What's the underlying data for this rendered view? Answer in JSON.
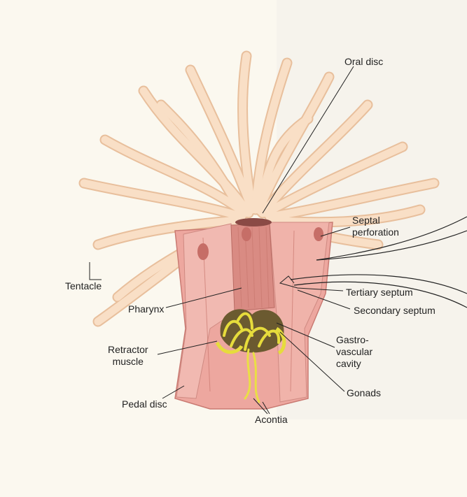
{
  "labels": {
    "oral_disc": "Oral disc",
    "septal_perforation": "Septal\nperforation",
    "tertiary_septum": "Tertiary septum",
    "secondary_septum": "Secondary septum",
    "gastrovascular_cavity": "Gastro-\nvascular\ncavity",
    "gonads": "Gonads",
    "acontia": "Acontia",
    "pedal_disc": "Pedal disc",
    "retractor_muscle": "Retractor\nmuscle",
    "pharynx": "Pharynx",
    "tentacle": "Tentacle"
  },
  "colors": {
    "page": "#fbf8ef",
    "tentacle": "#f8dcc2",
    "tentacle_edge": "#e4b896",
    "body": "#eeaaa2",
    "body_dark": "#d9857c",
    "cut_face": "#f2bdb4",
    "gonad": "#e6dc3c",
    "gonad_dark": "#6b5a30",
    "leader": "#222222"
  }
}
